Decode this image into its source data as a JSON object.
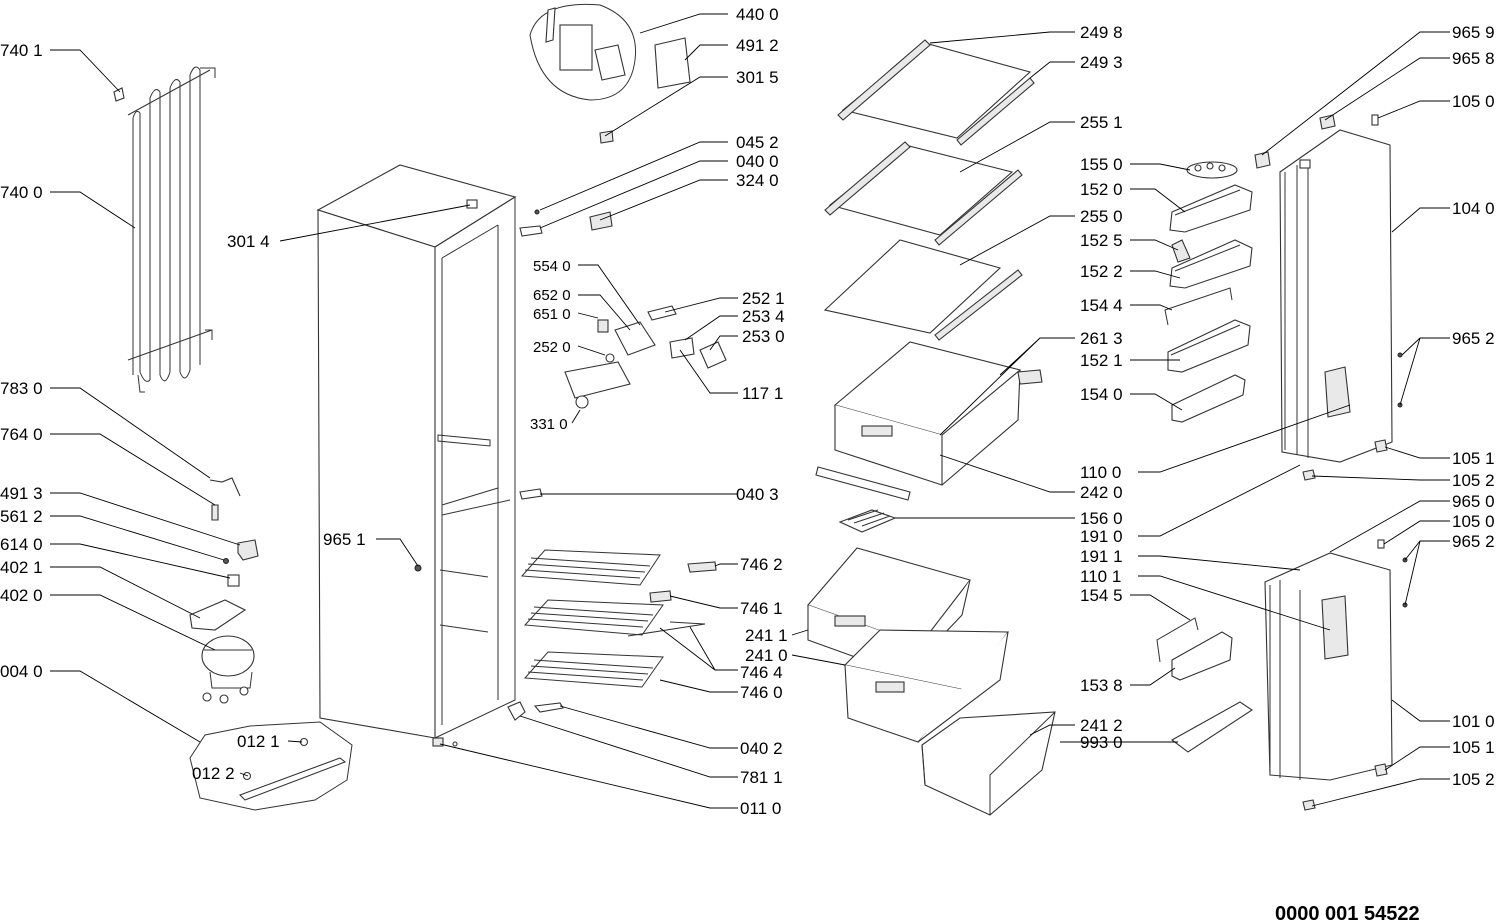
{
  "labels": {
    "l4400": "440 0",
    "l4912": "491 2",
    "l3015": "301 5",
    "l0452": "045 2",
    "l0400": "040 0",
    "l3240": "324 0",
    "l3014": "301 4",
    "l5540": "554 0",
    "l6520": "652 0",
    "l6510": "651 0",
    "l2521": "252 1",
    "l2534": "253 4",
    "l2530": "253 0",
    "l2520": "252 0",
    "l1171": "117 1",
    "l3310": "331 0",
    "l0403": "040 3",
    "l9651": "965 1",
    "l7462": "746 2",
    "l7461": "746 1",
    "l7464": "746 4",
    "l7460": "746 0",
    "l0402": "040 2",
    "l7811": "781 1",
    "l0110": "011 0",
    "l7401": "740 1",
    "l7400": "740 0",
    "l7830": "783 0",
    "l7640": "764 0",
    "l4913": "491 3",
    "l5612": "561 2",
    "l6140": "614 0",
    "l4021": "402 1",
    "l4020": "402 0",
    "l0040": "004 0",
    "l0121": "012 1",
    "l0122": "012 2",
    "l2498": "249 8",
    "l2493": "249 3",
    "l2551": "255 1",
    "l1550": "155 0",
    "l1520": "152 0",
    "l2550": "255 0",
    "l1525": "152 5",
    "l1522": "152 2",
    "l1544": "154 4",
    "l2613": "261 3",
    "l1521": "152 1",
    "l1540": "154 0",
    "l1100": "110 0",
    "l2420": "242 0",
    "l1560": "156 0",
    "l1910": "191 0",
    "l1911": "191 1",
    "l1101": "110 1",
    "l1545": "154 5",
    "l2411": "241 1",
    "l2410": "241 0",
    "l1538": "153 8",
    "l2412": "241 2",
    "l9930": "993 0",
    "l9659": "965 9",
    "l9658": "965 8",
    "l1050": "105 0",
    "l1040": "104 0",
    "l9652": "965 2",
    "l1051": "105 1",
    "l1052": "105 2",
    "l9650": "965 0",
    "l1050b": "105 0",
    "l9652b": "965 2",
    "l1010": "101 0",
    "l1051b": "105 1",
    "l1052b": "105 2"
  },
  "document_code": "0000 001 54522"
}
